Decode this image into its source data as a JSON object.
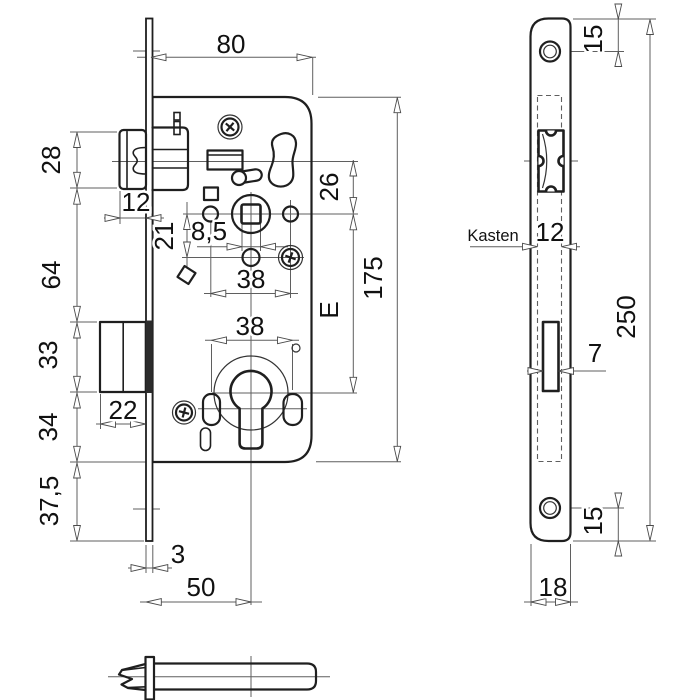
{
  "meta": {
    "background": "#ffffff",
    "line_color": "#1f1f1f",
    "thin_line_color": "#5f5f5f",
    "text_color": "#111111",
    "drawing_type": "mortise-lock-technical-drawing"
  },
  "front_view": {
    "dims": {
      "case_width_top": "80",
      "latch_height": "28",
      "latch_protrusion": "12",
      "latch_to_bolt": "64",
      "bolt_height": "33",
      "bolt_width": "22",
      "below_bolt": "34",
      "plate_overhang": "37,5",
      "plate_thickness": "3",
      "backset": "50",
      "follower_to_hole": "21",
      "square_size": "8,5",
      "hole_spacing_top": "38",
      "cylinder_slot_spacing": "38",
      "latch_to_follower": "26",
      "distance_e": "E",
      "case_height": "175"
    }
  },
  "side_view": {
    "case_label": "Kasten",
    "dims": {
      "top_hole_offset": "15",
      "case_thickness": "12",
      "plate_length": "250",
      "bolt_slot_width": "7",
      "bottom_hole_offset": "15",
      "plate_width": "18"
    }
  }
}
